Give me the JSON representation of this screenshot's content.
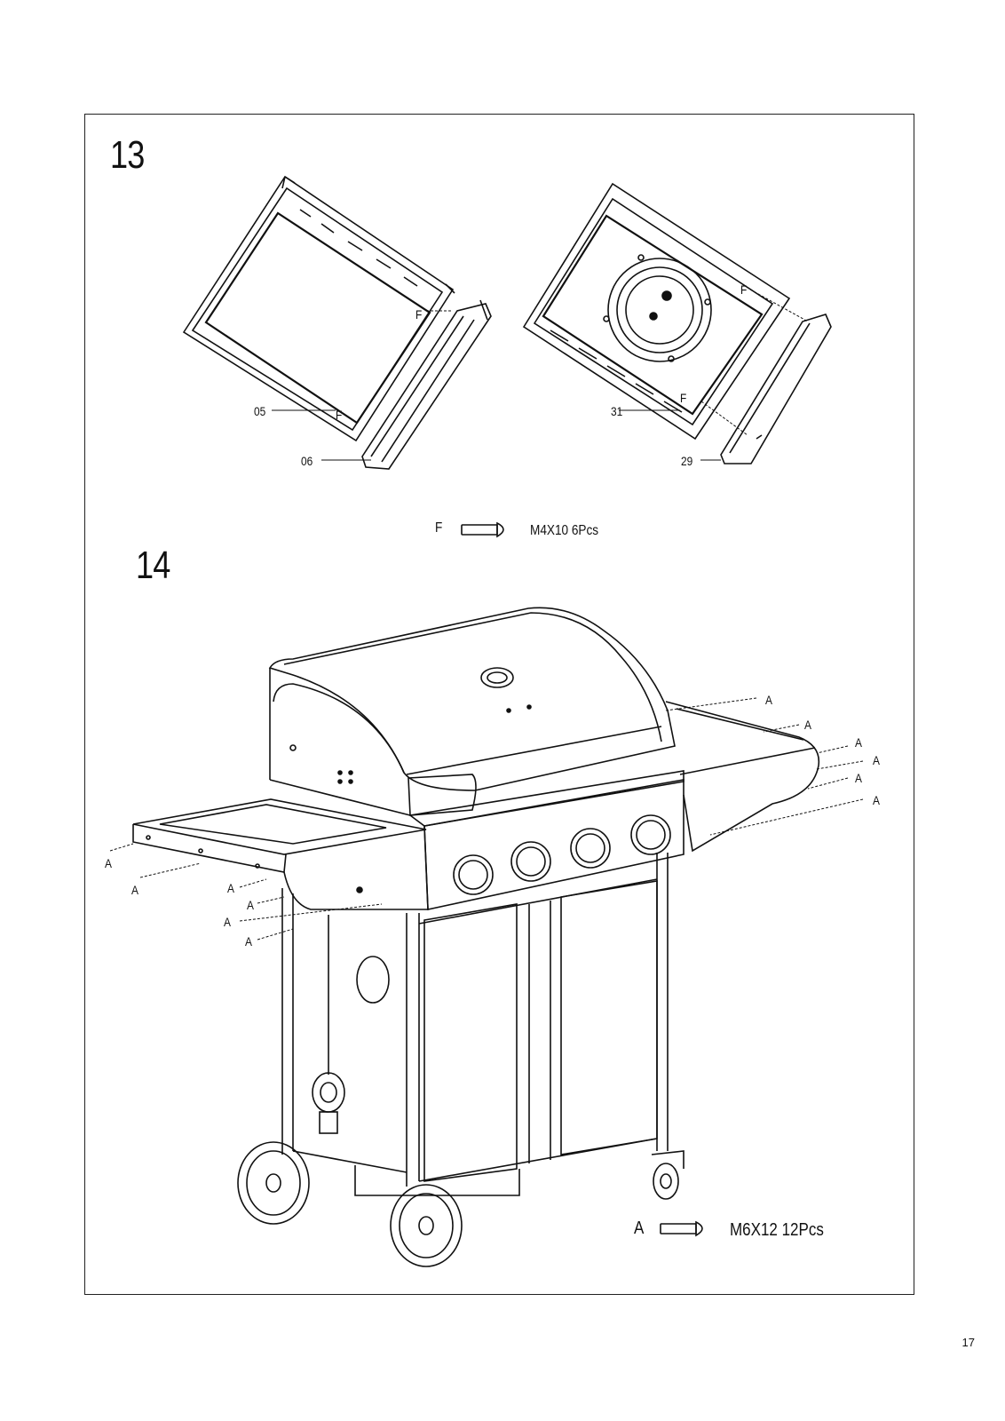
{
  "steps": [
    {
      "number": "13"
    },
    {
      "number": "14"
    }
  ],
  "step13": {
    "labels": {
      "part05": "05",
      "part06": "06",
      "part31": "31",
      "part29": "29"
    },
    "screw_letter": "F",
    "hardware": {
      "letter": "F",
      "spec": "M4X10 6Pcs"
    }
  },
  "step14": {
    "screw_letter": "A",
    "hardware": {
      "letter": "A",
      "spec": "M6X12 12Pcs"
    }
  },
  "page_number": "17"
}
